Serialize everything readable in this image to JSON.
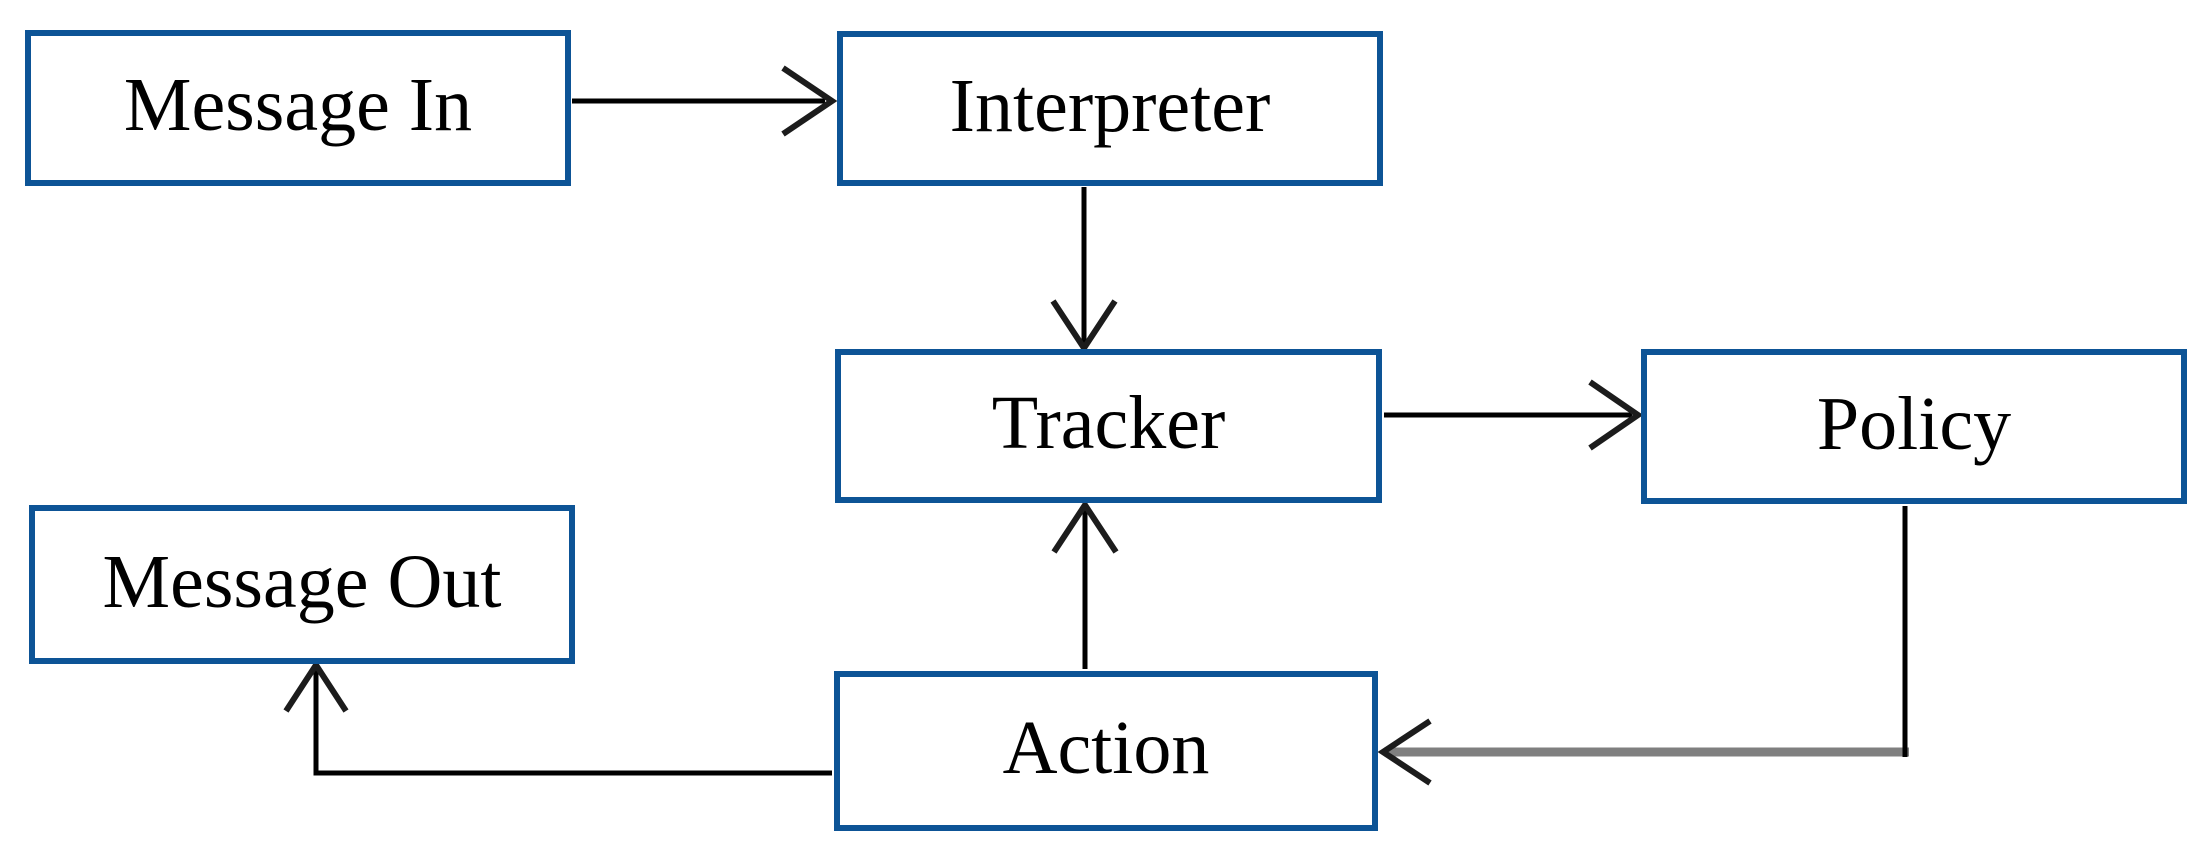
{
  "diagram": {
    "colors": {
      "background": "#ffffff",
      "box_border": "#0d5496",
      "box_fill": "#ffffff",
      "text": "#000000",
      "arrow_black": "#000000",
      "arrowhead": "#1c1c1c",
      "connector_gray": "#7f7f7f"
    },
    "nodes": [
      {
        "id": "message-in",
        "label": "Message In"
      },
      {
        "id": "interpreter",
        "label": "Interpreter"
      },
      {
        "id": "tracker",
        "label": "Tracker"
      },
      {
        "id": "policy",
        "label": "Policy"
      },
      {
        "id": "message-out",
        "label": "Message Out"
      },
      {
        "id": "action",
        "label": "Action"
      }
    ],
    "edges": [
      {
        "from": "Message In",
        "to": "Interpreter",
        "style": "black-line-open-chevron"
      },
      {
        "from": "Interpreter",
        "to": "Tracker",
        "style": "black-line-open-chevron"
      },
      {
        "from": "Tracker",
        "to": "Policy",
        "style": "black-line-open-chevron"
      },
      {
        "from": "Policy",
        "to": "Action",
        "style": "black-vertical-then-gray-horizontal-open-chevron"
      },
      {
        "from": "Action",
        "to": "Tracker",
        "style": "black-line-open-chevron"
      },
      {
        "from": "Action",
        "to": "Message Out",
        "style": "black-elbow-open-chevron"
      }
    ]
  }
}
